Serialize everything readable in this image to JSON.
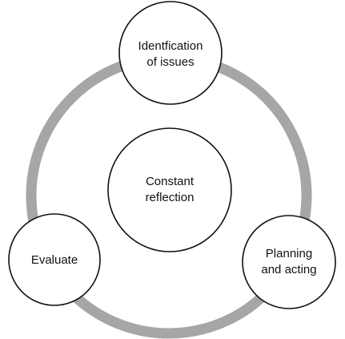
{
  "diagram": {
    "nodes": {
      "identification": {
        "line1": "Identfication",
        "line2": "of issues"
      },
      "center": {
        "line1": "Constant",
        "line2": "reflection"
      },
      "planning": {
        "line1": "Planning",
        "line2": "and acting"
      },
      "evaluate": {
        "line1": "Evaluate"
      }
    },
    "colors": {
      "ring": "#a6a6a6",
      "node_fill": "#ffffff",
      "node_stroke": "#111111",
      "text": "#111111"
    }
  }
}
